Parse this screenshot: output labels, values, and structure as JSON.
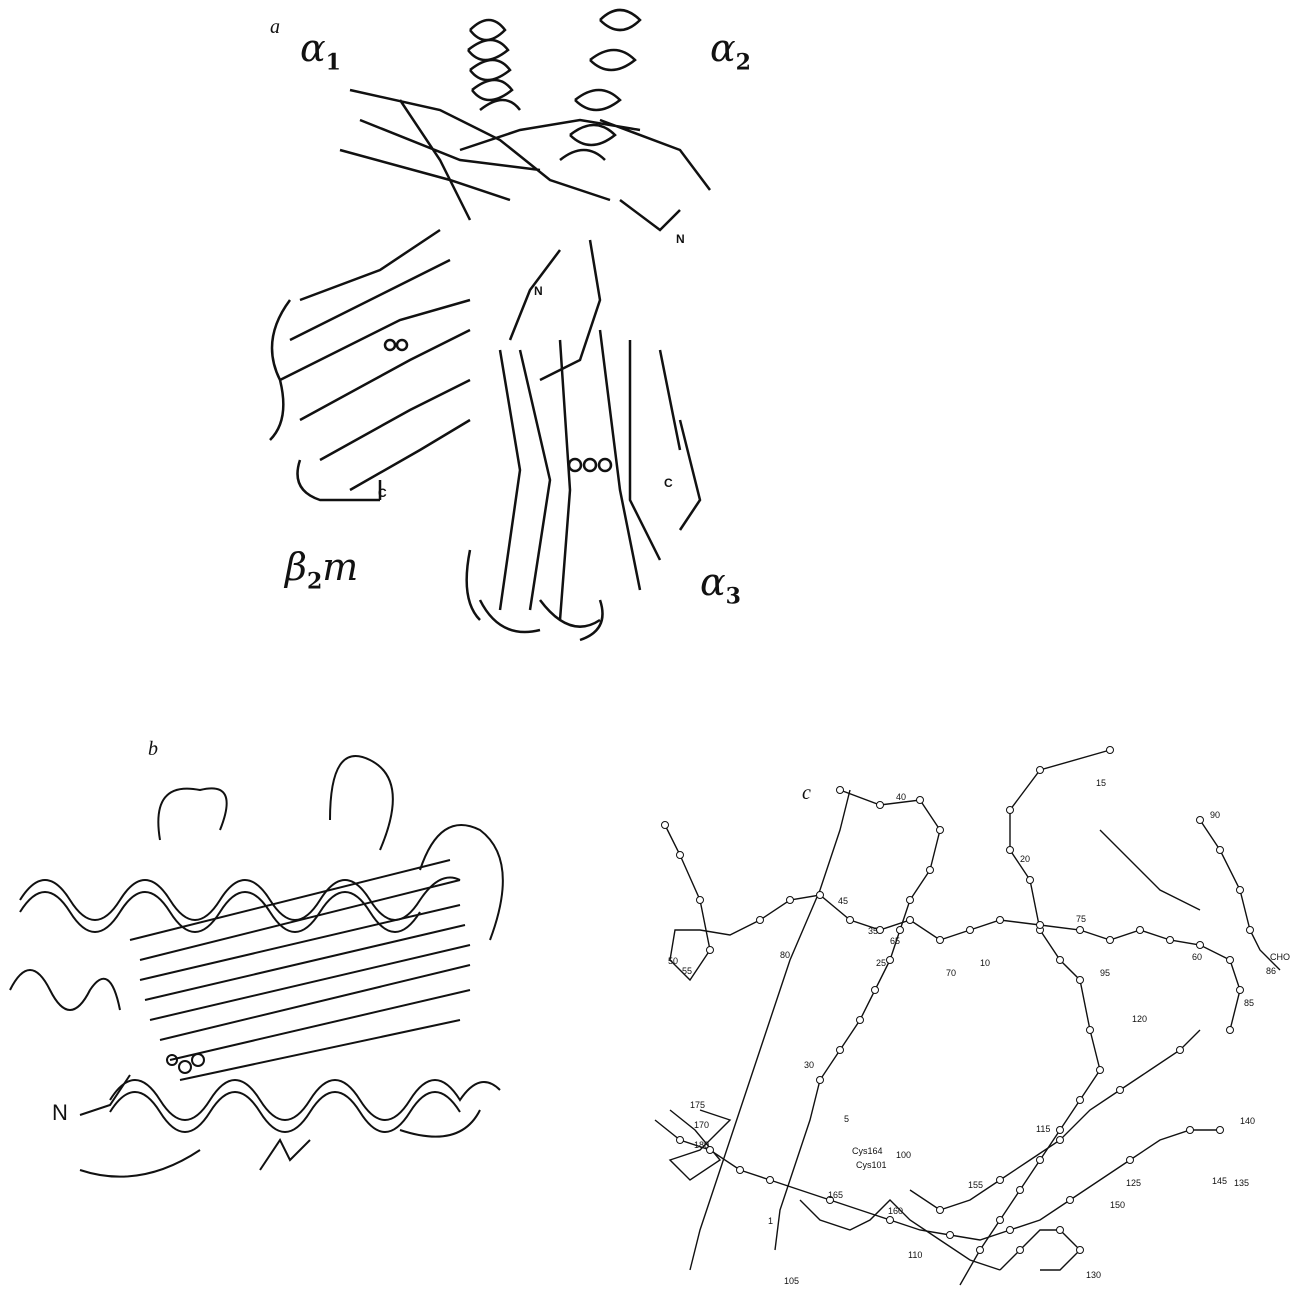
{
  "panel_a": {
    "letter": "a",
    "alpha1": "α",
    "alpha1_sub": "1",
    "alpha2": "α",
    "alpha2_sub": "2",
    "alpha3": "α",
    "alpha3_sub": "3",
    "beta2m": "β",
    "beta2m_sub": "2",
    "beta2m_m": "m",
    "n_label_1": "N",
    "n_label_2": "N",
    "c_label_1": "C",
    "c_label_2": "C"
  },
  "panel_b": {
    "letter": "b",
    "n_label": "N"
  },
  "panel_c": {
    "letter": "c",
    "labels": [
      "15",
      "40",
      "90",
      "20",
      "45",
      "35",
      "65",
      "75",
      "10",
      "25",
      "70",
      "95",
      "80",
      "60",
      "86",
      "CHO",
      "85",
      "50",
      "55",
      "120",
      "30",
      "175",
      "170",
      "180",
      "5",
      "115",
      "140",
      "Cys164",
      "100",
      "Cys101",
      "155",
      "125",
      "145",
      "135",
      "165",
      "160",
      "150",
      "1",
      "110",
      "105",
      "130"
    ]
  }
}
